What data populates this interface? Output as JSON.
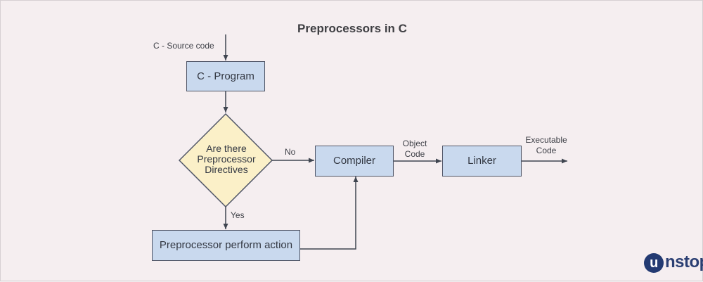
{
  "diagram": {
    "title": "Preprocessors in C",
    "nodes": {
      "c_program": "C - Program",
      "decision_line1": "Are there",
      "decision_line2": "Preprocessor",
      "decision_line3": "Directives",
      "compiler": "Compiler",
      "linker": "Linker",
      "preprocessor_action": "Preprocessor perform action"
    },
    "edge_labels": {
      "source_code": "C - Source code",
      "no": "No",
      "yes": "Yes",
      "object_code_line1": "Object",
      "object_code_line2": "Code",
      "executable_code_line1": "Executable",
      "executable_code_line2": "Code"
    }
  },
  "branding": {
    "logo_text": "unstop",
    "logo_badge_letter": "u",
    "logo_word_rest": "nstop"
  },
  "colors": {
    "background": "#f5eef0",
    "process_fill": "#c9d9ee",
    "decision_fill": "#fbf0c8",
    "stroke": "#4f5566",
    "logo": "#233a72"
  }
}
